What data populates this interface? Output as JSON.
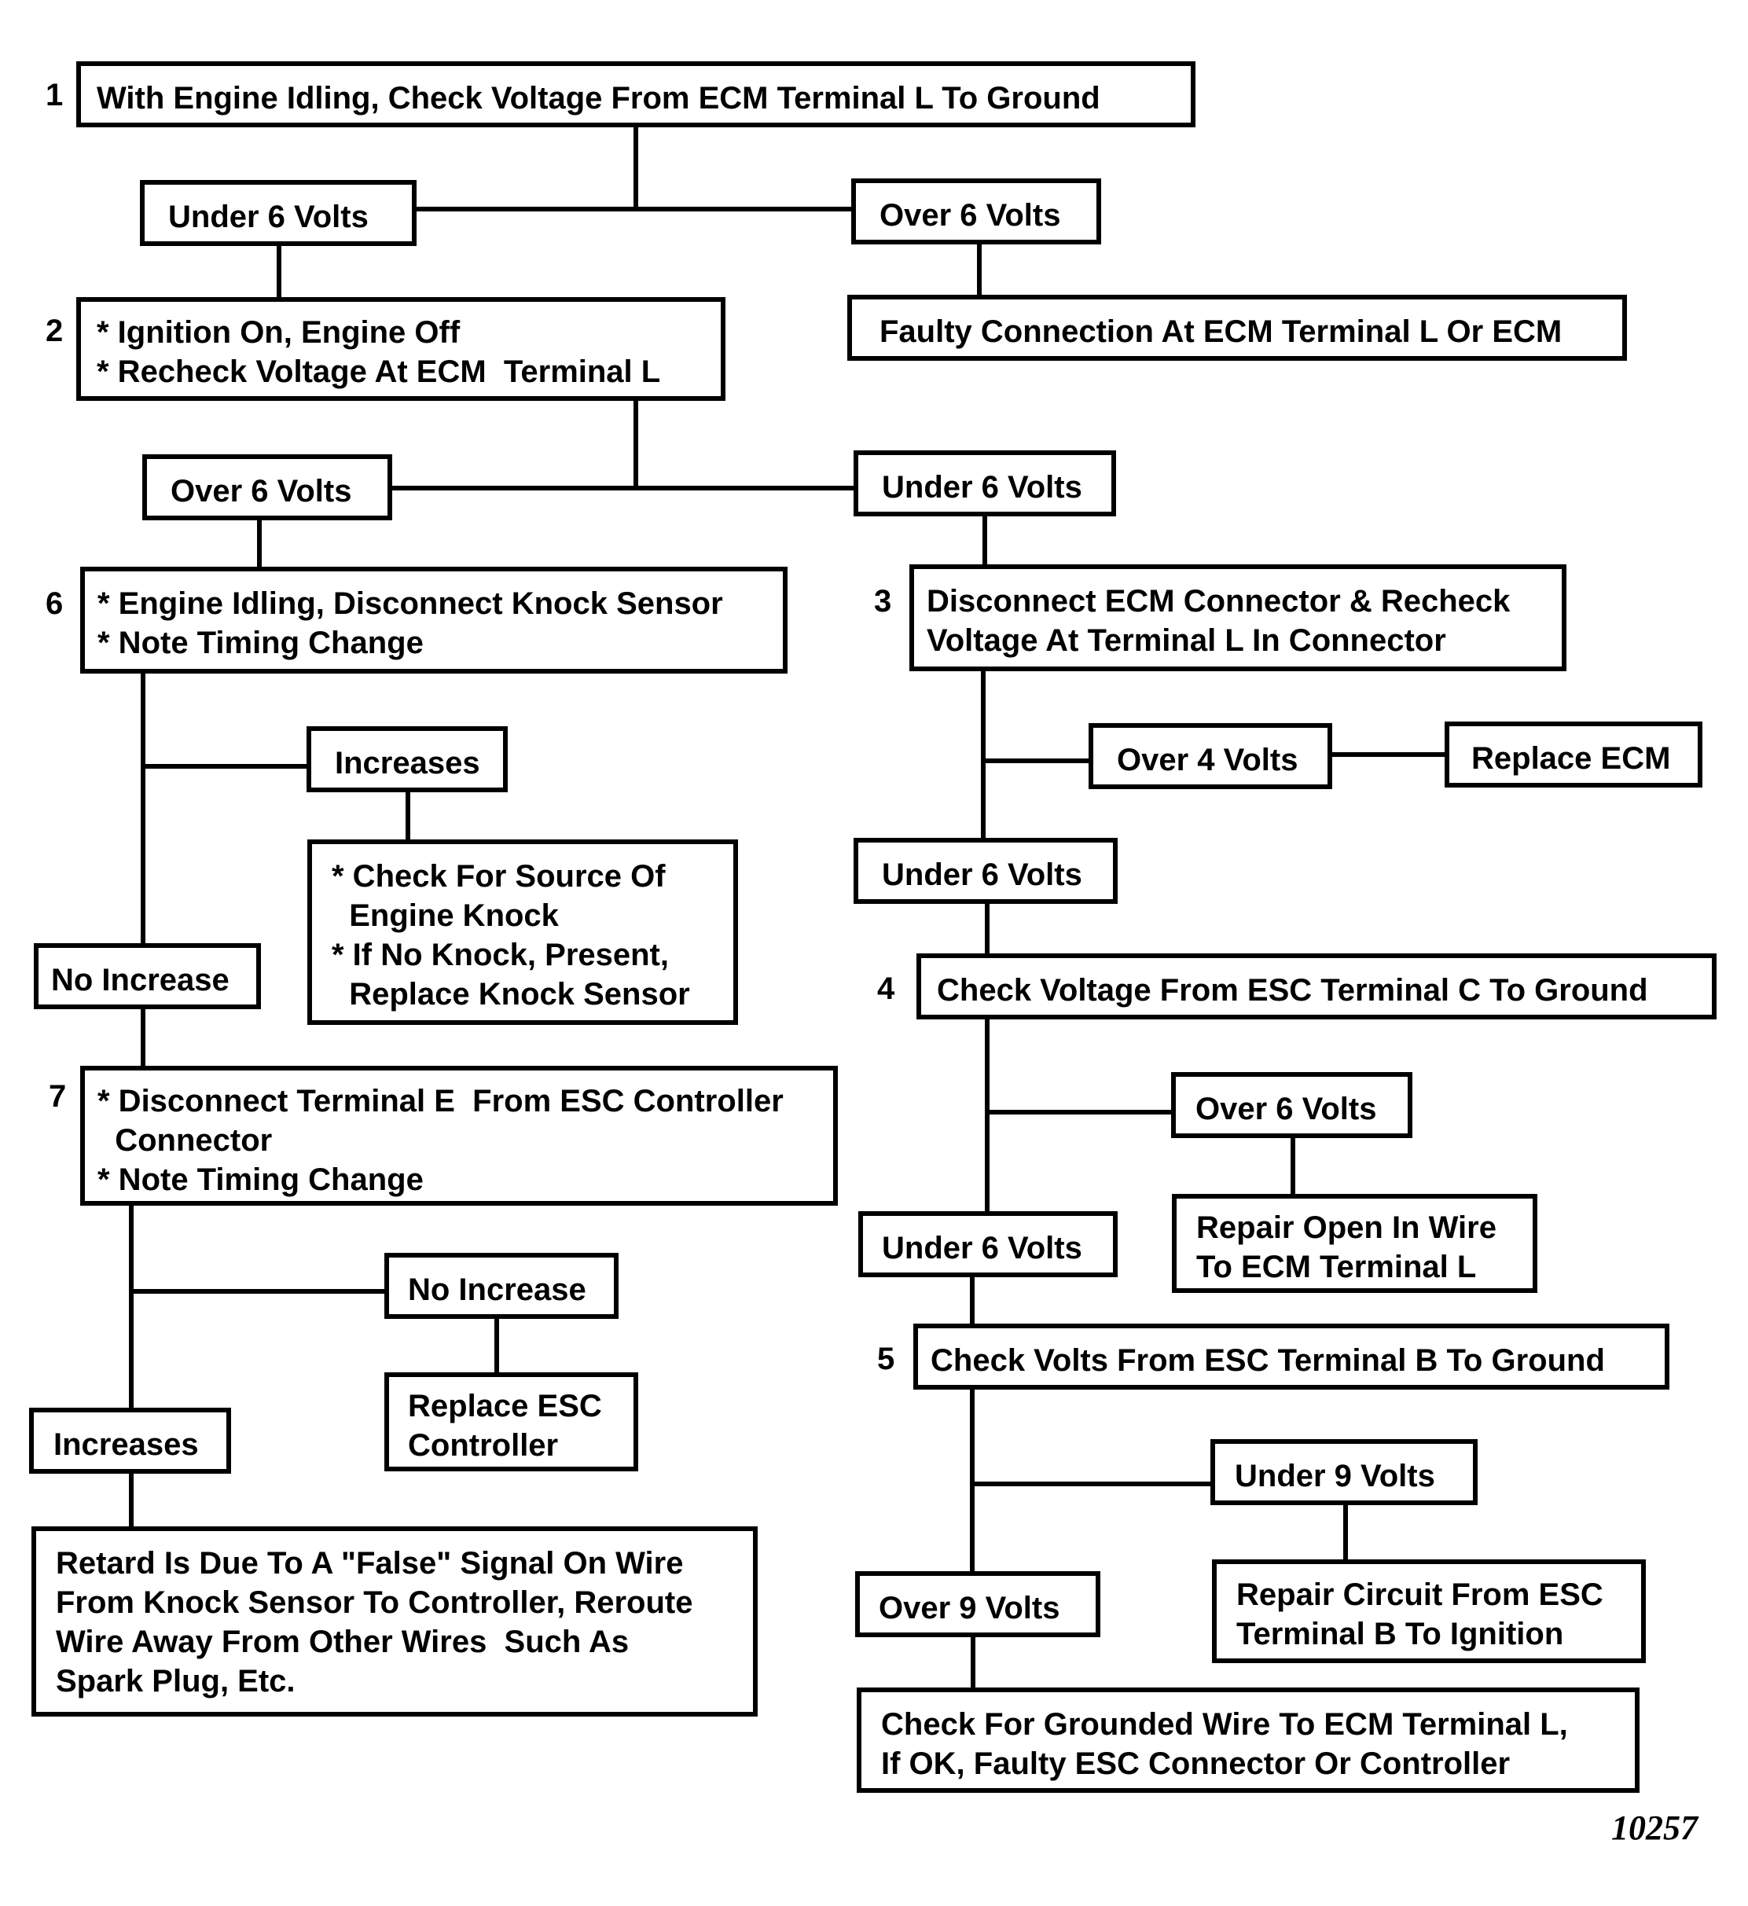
{
  "diagram": {
    "figure_code": "10257",
    "steps": [
      {
        "id": "s1",
        "number": "1",
        "lines": [
          "With Engine Idling, Check Voltage From ECM Terminal L To Ground"
        ]
      },
      {
        "id": "s1_under6",
        "lines": [
          "Under 6 Volts"
        ]
      },
      {
        "id": "s1_over6",
        "lines": [
          "Over 6 Volts"
        ]
      },
      {
        "id": "faulty_conn",
        "lines": [
          "Faulty Connection At ECM Terminal L Or ECM"
        ]
      },
      {
        "id": "s2",
        "number": "2",
        "lines": [
          "* Ignition On, Engine Off",
          "* Recheck Voltage At ECM  Terminal L"
        ]
      },
      {
        "id": "s2_over6",
        "lines": [
          "Over 6 Volts"
        ]
      },
      {
        "id": "s2_under6",
        "lines": [
          "Under 6 Volts"
        ]
      },
      {
        "id": "s6",
        "number": "6",
        "lines": [
          "* Engine Idling, Disconnect Knock Sensor",
          "* Note Timing Change"
        ]
      },
      {
        "id": "s3",
        "number": "3",
        "lines": [
          "Disconnect ECM Connector & Recheck",
          "Voltage At Terminal L In Connector"
        ]
      },
      {
        "id": "s6_increases",
        "lines": [
          "Increases"
        ]
      },
      {
        "id": "check_source",
        "lines": [
          "* Check For Source Of",
          "  Engine Knock",
          "* If No Knock, Present,",
          "  Replace Knock Sensor"
        ]
      },
      {
        "id": "s6_noinc",
        "lines": [
          "No Increase"
        ]
      },
      {
        "id": "s3_over4",
        "lines": [
          "Over 4 Volts"
        ]
      },
      {
        "id": "replace_ecm",
        "lines": [
          "Replace ECM"
        ]
      },
      {
        "id": "s3_under6",
        "lines": [
          "Under 6 Volts"
        ]
      },
      {
        "id": "s4",
        "number": "4",
        "lines": [
          "Check Voltage From ESC Terminal C To Ground"
        ]
      },
      {
        "id": "s7",
        "number": "7",
        "lines": [
          "* Disconnect Terminal E  From ESC Controller",
          "  Connector",
          "* Note Timing Change"
        ]
      },
      {
        "id": "s4_over6",
        "lines": [
          "Over 6 Volts"
        ]
      },
      {
        "id": "repair_open",
        "lines": [
          "Repair Open In Wire",
          "To ECM Terminal L"
        ]
      },
      {
        "id": "s4_under6",
        "lines": [
          "Under 6 Volts"
        ]
      },
      {
        "id": "s7_noinc",
        "lines": [
          "No Increase"
        ]
      },
      {
        "id": "replace_esc",
        "lines": [
          "Replace ESC",
          "Controller"
        ]
      },
      {
        "id": "s5",
        "number": "5",
        "lines": [
          "Check Volts From ESC Terminal B To Ground"
        ]
      },
      {
        "id": "s7_increases",
        "lines": [
          "Increases"
        ]
      },
      {
        "id": "s5_under9",
        "lines": [
          "Under 9 Volts"
        ]
      },
      {
        "id": "retard",
        "lines": [
          "Retard Is Due To A \"False\" Signal On Wire",
          "From Knock Sensor To Controller, Reroute",
          "Wire Away From Other Wires  Such As",
          "Spark Plug, Etc."
        ]
      },
      {
        "id": "repair_circuit",
        "lines": [
          "Repair Circuit From ESC",
          "Terminal B To Ignition"
        ]
      },
      {
        "id": "s5_over9",
        "lines": [
          "Over 9 Volts"
        ]
      },
      {
        "id": "grounded",
        "lines": [
          "Check For Grounded Wire To ECM Terminal L,",
          "If OK, Faulty ESC Connector Or Controller"
        ]
      }
    ]
  }
}
